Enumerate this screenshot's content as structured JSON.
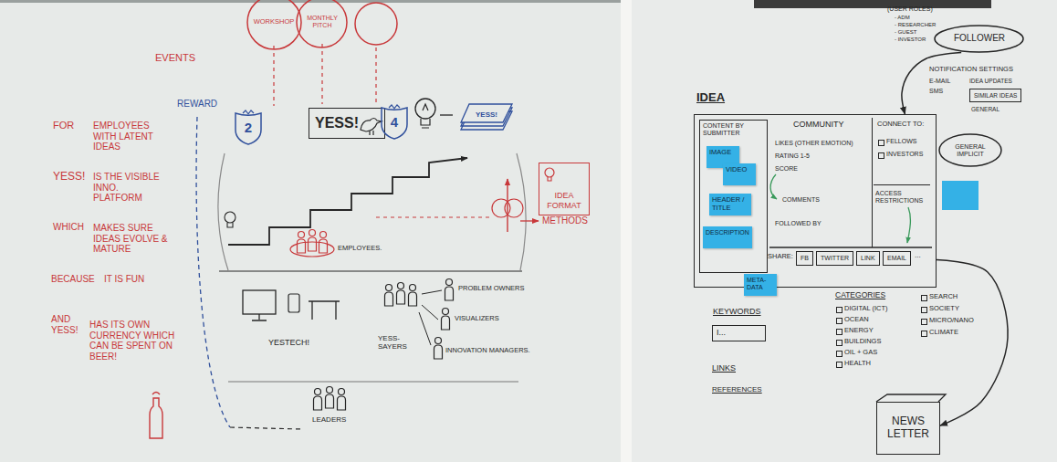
{
  "diagram": {
    "nodes": [
      {
        "text": [
          "WORKSHOP"
        ]
      },
      {
        "text": [
          "MONTHLY PITCH"
        ]
      },
      {
        "text": [
          "2"
        ]
      },
      {
        "text": [
          "YESS!"
        ]
      },
      {
        "text": [
          "4"
        ]
      },
      {
        "text": [
          "YESS!"
        ]
      },
      {
        "text": [
          "IDEA FORMAT"
        ]
      },
      {
        "text": [
          "FOLLOWER"
        ]
      },
      {
        "text": [
          "SIMILAR IDEAS"
        ]
      },
      {
        "text": [
          "IDEA",
          "ACCESS RESTRICTIONS",
          "SHARE:",
          "..."
        ]
      },
      {
        "text": [
          "CONTENT BY SUBMITTER"
        ],
        "in": 9
      },
      {
        "text": [
          "COMMUNITY",
          "LIKES (OTHER EMOTION)",
          "RATING 1-5",
          "SCORE",
          "COMMENTS",
          "FOLLOWED BY"
        ],
        "in": 9
      },
      {
        "text": [
          "CONNECT TO:",
          "FELLOWS",
          "INVESTORS"
        ],
        "in": 9
      },
      {
        "text": [
          "IMAGE"
        ],
        "in": 10
      },
      {
        "text": [
          "VIDEO"
        ],
        "in": 10
      },
      {
        "text": [
          "HEADER / TITLE"
        ],
        "in": 10
      },
      {
        "text": [
          "DESCRIPTION"
        ],
        "in": 10
      },
      {
        "text": [
          "META-DATA"
        ]
      },
      {
        "text": [
          "GENERAL IMPLICIT"
        ]
      },
      {
        "text": [
          "FB"
        ],
        "in": 9
      },
      {
        "text": [
          "TWITTER"
        ],
        "in": 9
      },
      {
        "text": [
          "LINK"
        ],
        "in": 9
      },
      {
        "text": [
          "EMAIL"
        ],
        "in": 9
      },
      {
        "text": [
          "KEYWORDS",
          "I..."
        ]
      },
      {
        "text": [
          "NEWS LETTER"
        ]
      }
    ],
    "edges": [
      {
        "from": 7,
        "to": 9,
        "arrow": "to"
      },
      {
        "from": 9,
        "to": 24,
        "arrow": "to"
      }
    ],
    "labels": [
      "EVENTS",
      "REWARD",
      "FOR",
      "EMPLOYEES WITH LATENT IDEAS",
      "YESS!",
      "IS THE VISIBLE INNO. PLATFORM",
      "WHICH",
      "MAKES SURE IDEAS EVOLVE & MATURE",
      "BECAUSE",
      "IT IS FUN",
      "AND YESS!",
      "HAS ITS OWN CURRENCY WHICH CAN BE SPENT ON BEER!",
      "METHODS",
      "EMPLOYEES.",
      "YESTECH!",
      "YESS-SAYERS",
      "PROBLEM OWNERS",
      "VISUALIZERS",
      "INNOVATION MANAGERS.",
      "LEADERS",
      "(USER ROLES)",
      "- ADM",
      "- RESEARCHER",
      "- GUEST",
      "- INVESTOR",
      "NOTIFICATION SETTINGS",
      "E-MAIL",
      "SMS",
      "IDEA UPDATES",
      "GENERAL",
      "CATEGORIES",
      "DIGITAL (ICT)",
      "OCEAN",
      "ENERGY",
      "BUILDINGS",
      "OIL + GAS",
      "HEALTH",
      "SEARCH",
      "SOCIETY",
      "MICRO/NANO",
      "CLIMATE",
      "LINKS",
      "REFERENCES"
    ]
  }
}
